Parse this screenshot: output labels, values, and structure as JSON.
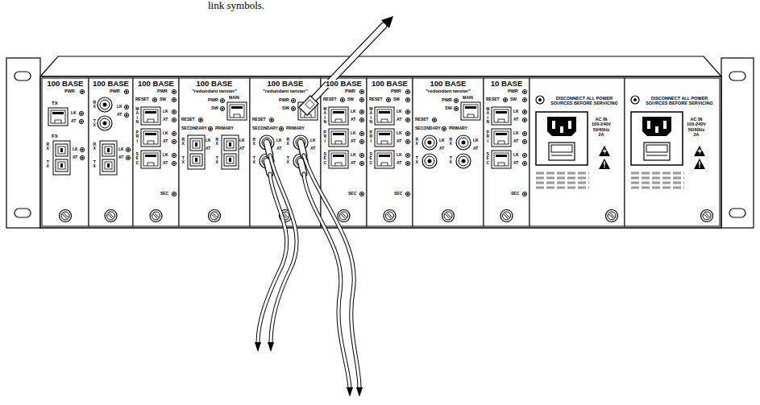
{
  "diagram": {
    "nodes": [
      {
        "text": [
          "100 BASE",
          "PWR",
          "TX",
          "LK",
          "AT",
          "FX",
          "RX",
          "TX",
          "LK",
          "AT"
        ]
      },
      {
        "text": [
          "100 BASE",
          "PWR",
          "RX",
          "TX",
          "LK",
          "AT",
          "RX",
          "TX",
          "LK",
          "AT"
        ]
      },
      {
        "text": [
          "100 BASE",
          "PWR",
          "RESET",
          "SW",
          "MAIN",
          "LK",
          "AT",
          "PRI",
          "LK",
          "AT",
          "SEC",
          "LK",
          "AT",
          "SEC"
        ]
      },
      {
        "text": [
          "100 BASE",
          "\"redundant twister\"",
          "PWR",
          "SW",
          "MAIN",
          "RESET",
          "SECONDARY",
          "PRIMARY",
          "RX",
          "TX",
          "LK",
          "AT",
          "RX",
          "TX",
          "LK",
          "AT"
        ]
      },
      {
        "text": [
          "100 BASE",
          "\"redundant twister\"",
          "PWR",
          "SW",
          "RESET",
          "SECONDARY",
          "PRIMARY",
          "RX",
          "TX",
          "LK",
          "AT",
          "RX",
          "TX",
          "LK",
          "AT"
        ]
      },
      {
        "text": [
          "100 BASE",
          "PWR",
          "RESET",
          "SW",
          "MAIN",
          "LK",
          "AT",
          "PRI",
          "LK",
          "AT",
          "SEC",
          "LK",
          "AT",
          "SEC"
        ]
      },
      {
        "text": [
          "100 BASE",
          "PWR",
          "RESET",
          "SW",
          "MAIN",
          "LK",
          "AT",
          "PRI",
          "LK",
          "AT",
          "SEC",
          "LK",
          "AT",
          "SEC"
        ]
      },
      {
        "text": [
          "100 BASE",
          "\"redundant twister\"",
          "PWR",
          "SW",
          "MAIN",
          "RESET",
          "SECONDARY",
          "PRIMARY",
          "RX",
          "TX",
          "LK",
          "AT",
          "RX",
          "TX",
          "LK",
          "AT"
        ]
      },
      {
        "text": [
          "10 BASE",
          "PWR",
          "RESET",
          "SW",
          "MAIN",
          "LK",
          "AT",
          "PRI",
          "LK",
          "AT",
          "SEC",
          "LK",
          "AT",
          "SEC"
        ]
      },
      {
        "text": [
          "DISCONNECT ALL POWER SOURCES BEFORE SERVICING",
          "AC IN 100-240V 50/60Hz 2A"
        ]
      },
      {
        "text": [
          "DISCONNECT ALL POWER SOURCES BEFORE SERVICING",
          "AC IN 100-240V 50/60Hz 2A"
        ]
      }
    ],
    "labels": [
      "link symbols."
    ]
  }
}
